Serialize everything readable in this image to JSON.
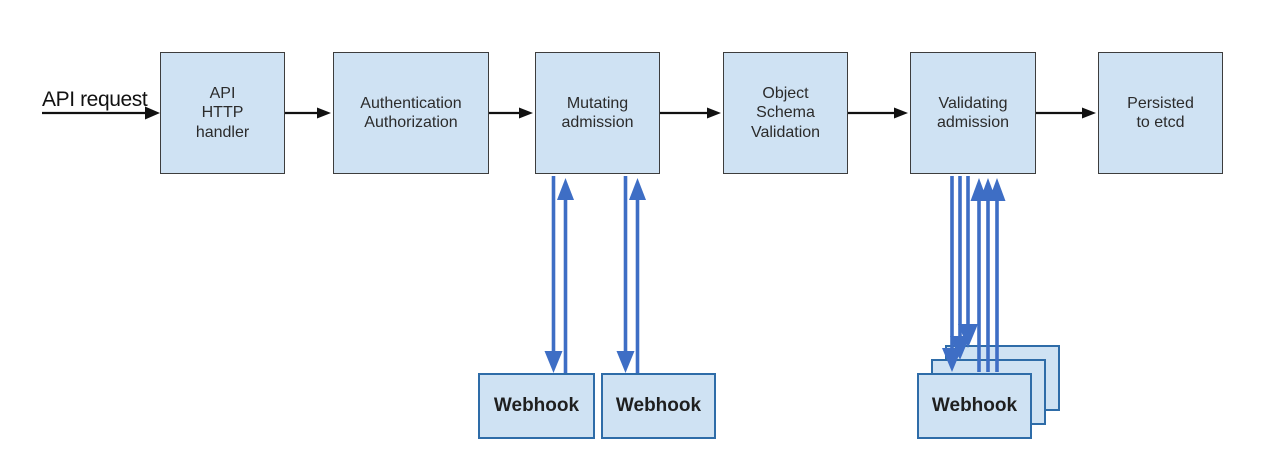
{
  "colors": {
    "background": "#ffffff",
    "box-fill": "#cfe2f3",
    "stage-border": "#3d3d3d",
    "webhook-border": "#2e6ca8",
    "arrow-blue": "#3e6ec5",
    "arrow-black": "#111111",
    "text": "#2b2b2b"
  },
  "flow": {
    "request_label": "API request",
    "stages": [
      {
        "label": "API\nHTTP\nhandler"
      },
      {
        "label": "Authentication\nAuthorization"
      },
      {
        "label": "Mutating\nadmission"
      },
      {
        "label": "Object\nSchema\nValidation"
      },
      {
        "label": "Validating\nadmission"
      },
      {
        "label": "Persisted\nto etcd"
      }
    ]
  },
  "webhooks": {
    "mutating": [
      {
        "label": "Webhook"
      },
      {
        "label": "Webhook"
      }
    ],
    "validating": [
      {
        "label": "Webhook"
      },
      {
        "label": "Webhook"
      },
      {
        "label": "Webhook"
      }
    ]
  }
}
